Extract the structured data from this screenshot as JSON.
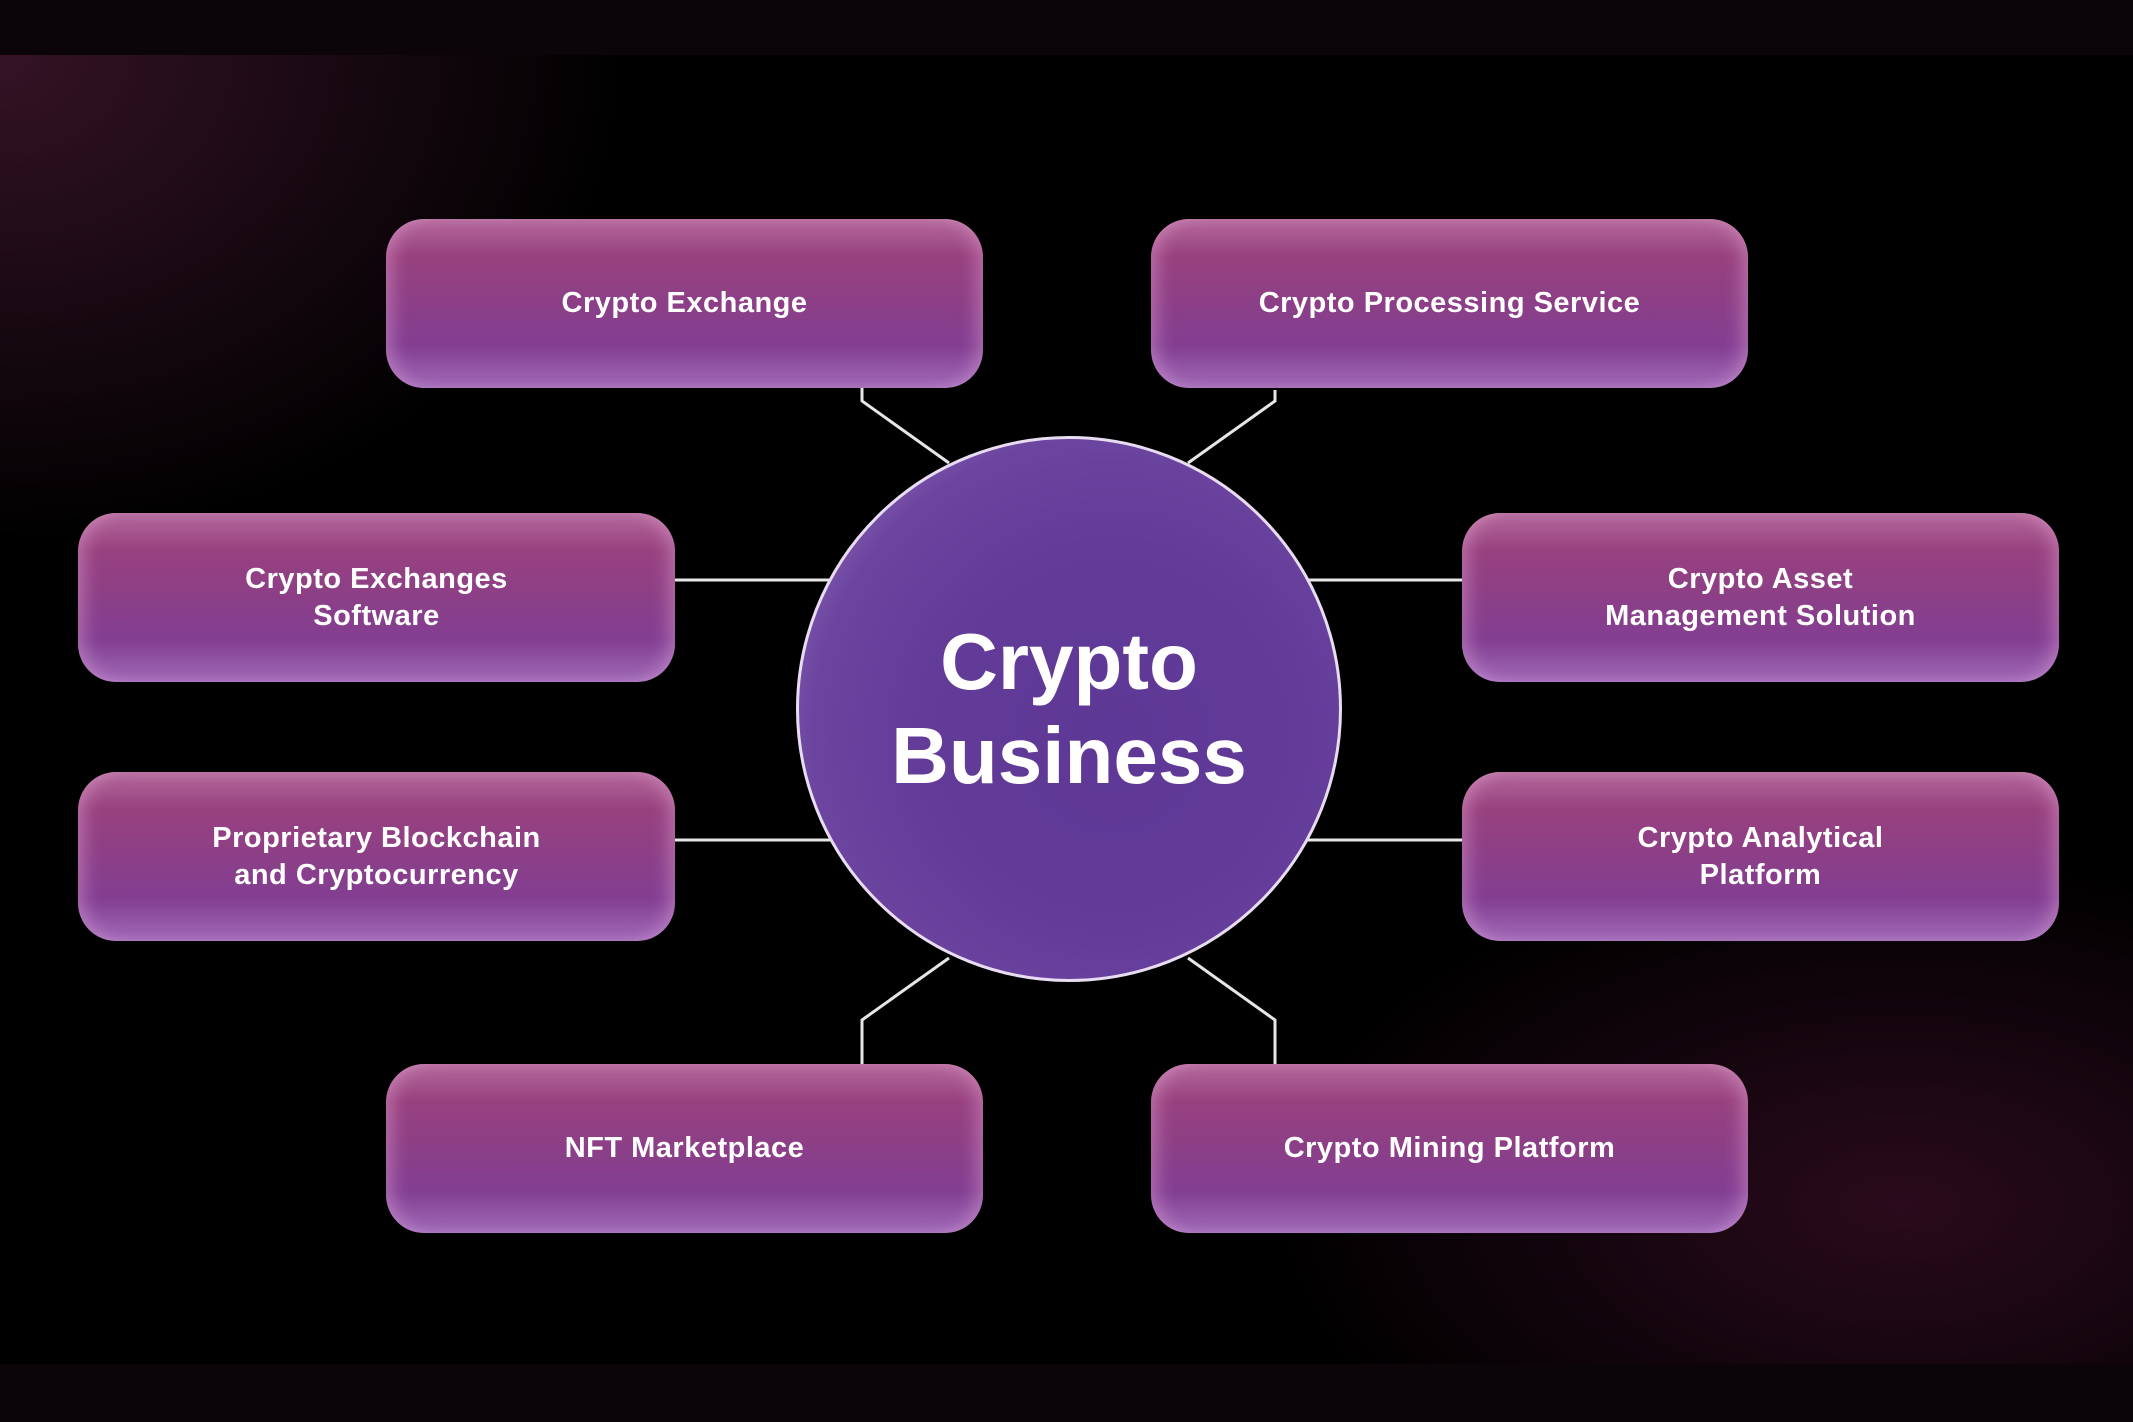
{
  "hub": {
    "title": "Crypto\nBusiness"
  },
  "nodes": [
    {
      "label": "Crypto Exchange"
    },
    {
      "label": "Crypto Processing Service"
    },
    {
      "label": "Crypto Exchanges\nSoftware"
    },
    {
      "label": "Crypto Asset\nManagement Solution"
    },
    {
      "label": "Proprietary Blockchain\nand Cryptocurrency"
    },
    {
      "label": "Crypto Analytical\nPlatform"
    },
    {
      "label": "NFT Marketplace"
    },
    {
      "label": "Crypto Mining Platform"
    }
  ],
  "colors": {
    "node_top": "#b56a9c",
    "node_mid": "#8c3f87",
    "node_bottom": "#a06ab8",
    "hub_fill": "#633b99",
    "connector": "#e6e6e6",
    "background": "#000000"
  }
}
